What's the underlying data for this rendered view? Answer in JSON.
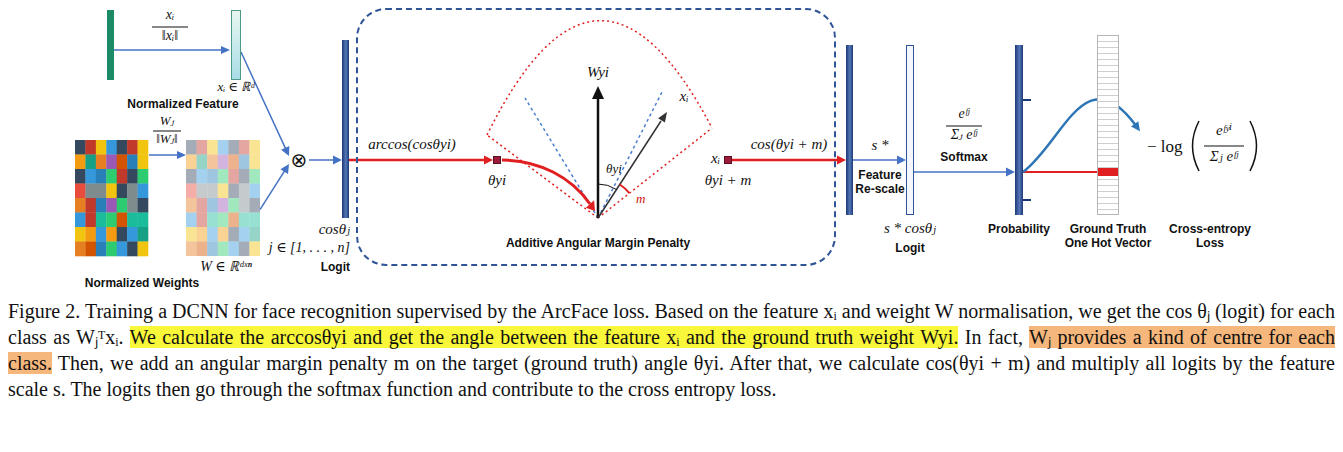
{
  "diagram": {
    "caption": "Figure 2. Training a DCNN for face recognition supervised by the ArcFace loss. Based on the feature xᵢ and weight W normalisation, we get the cos θⱼ (logit) for each class as Wⱼᵀxᵢ. We calculate the arccosθyi and get the angle between the feature xᵢ and the ground truth weight Wyi. In fact, Wⱼ provides a kind of centre for each class. Then, we add an angular margin penalty m on the target (ground truth) angle θyi. After that, we calculate cos(θyi + m) and multiply all logits by the feature scale s. The logits then go through the softmax function and contribute to the cross entropy loss.",
    "nodes": [
      {
        "text": [
          "xᵢ ∈ ℝᵈ",
          "Normalized Feature"
        ]
      },
      {
        "text": [
          "W ∈ ℝᵈˣⁿ",
          "Normalized Weights"
        ]
      },
      {
        "text": [
          "⊗"
        ]
      },
      {
        "text": [
          "cosθⱼ",
          "j ∈ [1, . . . , n]",
          "Logit"
        ]
      },
      {
        "text": [
          "Additive Angular Margin Penalty"
        ]
      },
      {
        "text": [
          "θyi"
        ],
        "in": 4
      },
      {
        "text": [
          "xᵢ",
          "θyi + m"
        ],
        "in": 4
      },
      {
        "text": [
          "Feature Re-scale"
        ]
      },
      {
        "text": [
          "s * cosθⱼ",
          "Logit"
        ]
      },
      {
        "text": [
          "Probability"
        ]
      },
      {
        "text": [
          "Ground Truth One Hot Vector"
        ]
      },
      {
        "text": [
          "− log",
          "eᶠʸⁱ",
          "Σⱼ eᶠʲ",
          "Cross-entropy Loss"
        ]
      }
    ],
    "edges": [
      {
        "from": 0,
        "to": 2,
        "arrow": "to"
      },
      {
        "from": 1,
        "to": 2,
        "arrow": "to"
      },
      {
        "from": 2,
        "to": 3,
        "arrow": "to"
      },
      {
        "from": 3,
        "to": 5,
        "arrow": "to",
        "label": "arccos(cosθyi)"
      },
      {
        "from": 6,
        "to": 7,
        "arrow": "to",
        "label": "cos(θyi + m)"
      },
      {
        "from": 7,
        "to": 8,
        "arrow": "to",
        "label": "s *"
      },
      {
        "from": 8,
        "to": 9,
        "arrow": "to",
        "label": "Softmax"
      },
      {
        "from": 9,
        "to": 11,
        "arrow": "to"
      }
    ],
    "labels": [
      "xᵢ",
      "‖xᵢ‖",
      "Wⱼ",
      "‖Wⱼ‖",
      "Wyi",
      "xᵢ",
      "θyi",
      "m",
      "eᶠʲ",
      "Σⱼ eᶠʲ"
    ]
  }
}
